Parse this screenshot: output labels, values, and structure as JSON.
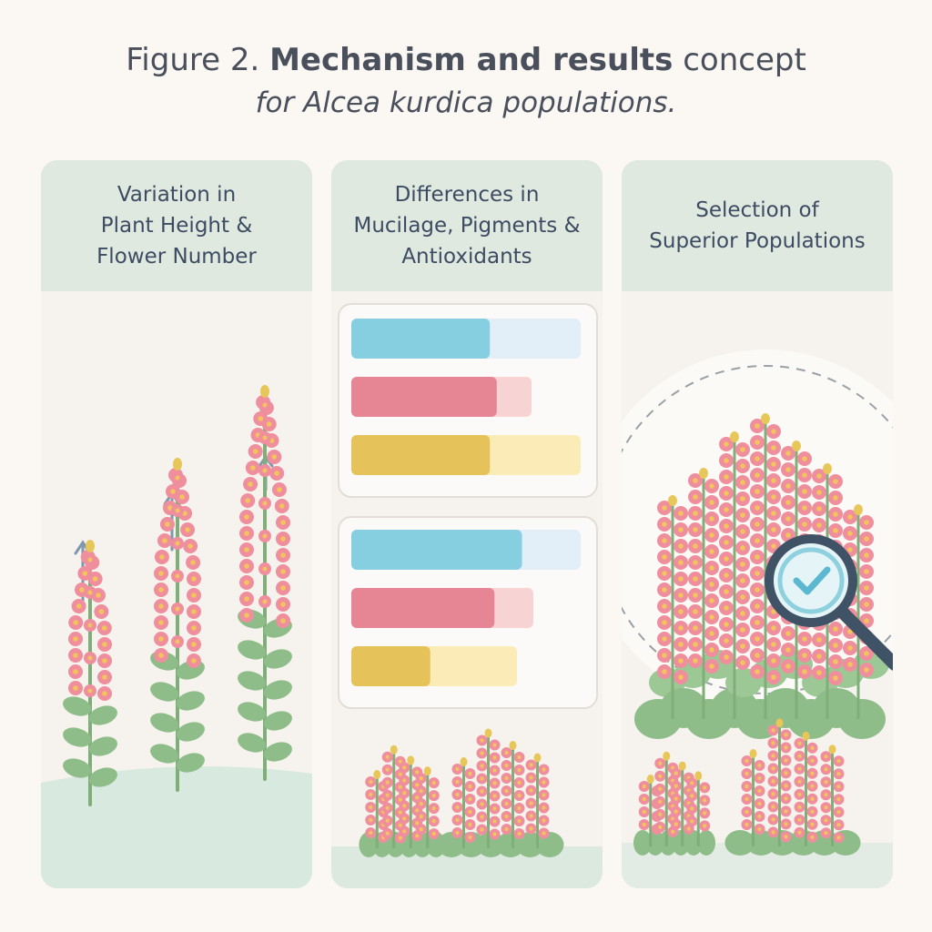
{
  "figure": {
    "title_prefix": "Figure 2.",
    "title_bold": "Mechanism and results",
    "title_suffix": "concept",
    "subtitle": "for Alcea kurdica populations."
  },
  "panels": [
    {
      "heading_lines": [
        "Variation in",
        "Plant Height &",
        "Flower Number"
      ]
    },
    {
      "heading_lines": [
        "Differences in",
        "Mucilage, Pigments &",
        "Antioxidants"
      ]
    },
    {
      "heading_lines": [
        "Selection of",
        "Superior Populations"
      ]
    }
  ],
  "bar_groups": [
    {
      "bars": [
        {
          "metric": "mucilage",
          "value": 0.62
        },
        {
          "metric": "pigments",
          "value": 0.65
        },
        {
          "metric": "antioxidants",
          "value": 0.62
        }
      ]
    },
    {
      "bars": [
        {
          "metric": "mucilage",
          "value": 0.76
        },
        {
          "metric": "pigments",
          "value": 0.64
        },
        {
          "metric": "antioxidants",
          "value": 0.36
        }
      ]
    }
  ],
  "colors": {
    "mucilage": "#86cfe0",
    "mucilage_light": "#e2eef8",
    "pigments": "#e68593",
    "pigments_light": "#f7d3d4",
    "antioxidants": "#e6c35a",
    "antioxidants_light": "#fbebb7",
    "flower": "#ef8f9d",
    "leaf": "#8fbd8a",
    "arrow": "#7f98b0"
  },
  "icons": [
    "up-arrow-icon",
    "magnifier-check-icon"
  ]
}
